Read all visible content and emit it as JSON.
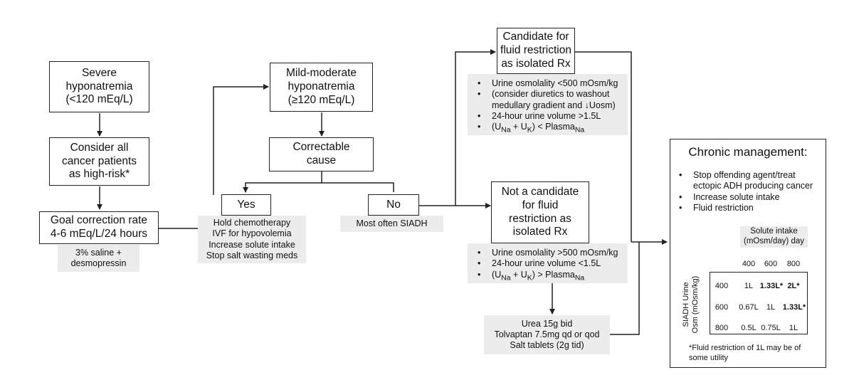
{
  "nodes": {
    "severe": "Severe\nhyponatremia\n(<120 mEq/L)",
    "consider": "Consider all\ncancer patients\nas high-risk*",
    "goal": "Goal correction rate\n4-6 mEq/L/24 hours",
    "goal_note": "3% saline +\ndesmopressin",
    "mild": "Mild-moderate\nhyponatremia\n(≥120 mEq/L)",
    "correctable": "Correctable\ncause",
    "yes": "Yes",
    "yes_note": "Hold chemotherapy\nIVF for hypovolemia\nIncrease solute intake\nStop salt wasting meds",
    "no": "No",
    "no_note": "Most often SIADH",
    "candidate": "Candidate for\nfluid restriction\nas isolated Rx",
    "not_candidate": "Not a candidate\nfor fluid\nrestriction as\nisolated Rx",
    "treat_note": "Urea 15g bid\nTolvaptan 7.5mg qd or qod\nSalt tablets (2g tid)"
  },
  "candidate_criteria": [
    "Urine osmolality <500 mOsm/kg",
    "(consider diuretics to washout",
    "medullary gradient and ↓Uosm)",
    "24-hour urine volume >1.5L"
  ],
  "candidate_formula": {
    "a": "(U",
    "na": "Na",
    "plus": " + U",
    "k": "K",
    "rel": ") < Plasma",
    "nb": "Na"
  },
  "not_candidate_criteria": [
    "Urine osmolality >500 mOsm/kg",
    "24-hour urine volume <1.5L"
  ],
  "not_candidate_formula": {
    "a": "(U",
    "na": "Na",
    "plus": " + U",
    "k": "K",
    "rel": ") > Plasma",
    "nb": "Na"
  },
  "chronic": {
    "title": "Chronic management:",
    "items": [
      "Stop offending agent/treat ectopic ADH producing cancer",
      "Increase solute intake",
      "Fluid restriction"
    ],
    "solute_header": "Solute intake\n(mOsm/day) day",
    "solute_cols": [
      "400",
      "600",
      "800"
    ],
    "osm_label": "SIADH Urine\nOsm (mOsm/kg)",
    "osm_rows": [
      "400",
      "600",
      "800"
    ],
    "table": [
      [
        "1L",
        "1.33L*",
        "2L*"
      ],
      [
        "0.67L",
        "1L",
        "1.33L*"
      ],
      [
        "0.5L",
        "0.75L",
        "1L"
      ]
    ],
    "footnote": "*Fluid restriction of 1L may be of some utility"
  }
}
